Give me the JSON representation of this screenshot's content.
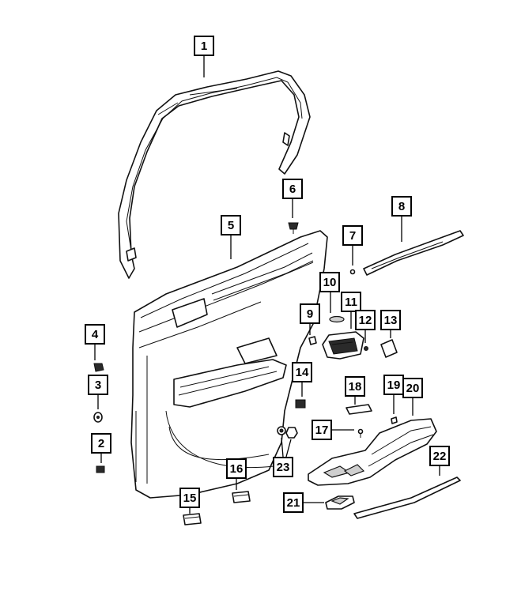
{
  "diagram": {
    "callouts": [
      {
        "id": "callout-1",
        "label": "1"
      },
      {
        "id": "callout-2",
        "label": "2"
      },
      {
        "id": "callout-3",
        "label": "3"
      },
      {
        "id": "callout-4",
        "label": "4"
      },
      {
        "id": "callout-5",
        "label": "5"
      },
      {
        "id": "callout-6",
        "label": "6"
      },
      {
        "id": "callout-7",
        "label": "7"
      },
      {
        "id": "callout-8",
        "label": "8"
      },
      {
        "id": "callout-9",
        "label": "9"
      },
      {
        "id": "callout-10",
        "label": "10"
      },
      {
        "id": "callout-11",
        "label": "11"
      },
      {
        "id": "callout-12",
        "label": "12"
      },
      {
        "id": "callout-13",
        "label": "13"
      },
      {
        "id": "callout-14",
        "label": "14"
      },
      {
        "id": "callout-15",
        "label": "15"
      },
      {
        "id": "callout-16",
        "label": "16"
      },
      {
        "id": "callout-17",
        "label": "17"
      },
      {
        "id": "callout-18",
        "label": "18"
      },
      {
        "id": "callout-19",
        "label": "19"
      },
      {
        "id": "callout-20",
        "label": "20"
      },
      {
        "id": "callout-21",
        "label": "21"
      },
      {
        "id": "callout-22",
        "label": "22"
      },
      {
        "id": "callout-23",
        "label": "23"
      }
    ]
  }
}
